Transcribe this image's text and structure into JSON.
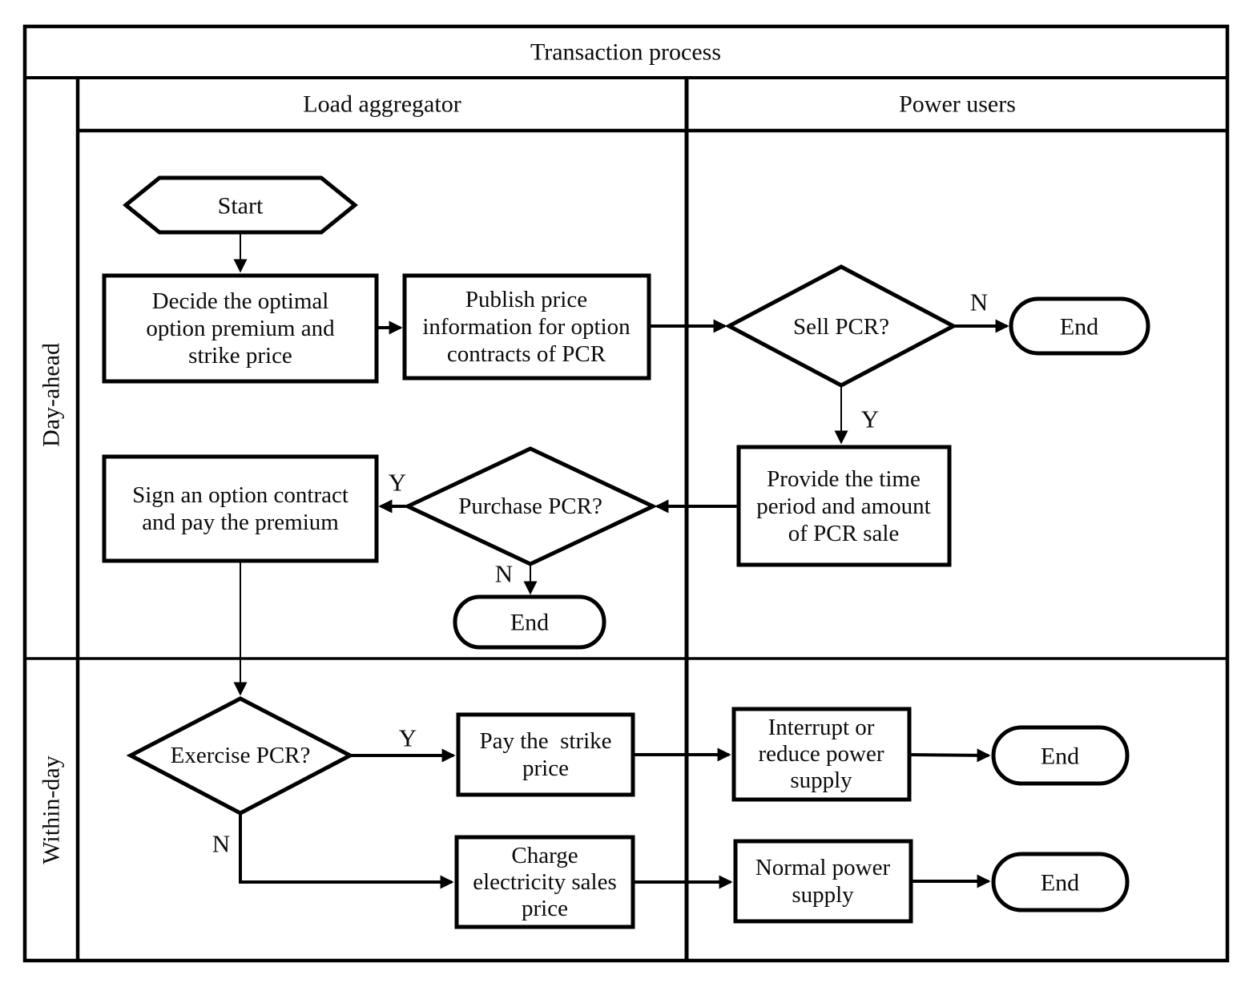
{
  "title": "Transaction process",
  "columns": [
    {
      "label": "Load aggregator"
    },
    {
      "label": "Power users"
    }
  ],
  "row_bands": [
    {
      "label": "Day-ahead"
    },
    {
      "label": "Within-day"
    }
  ],
  "colors": {
    "line": "#000000",
    "background": "#ffffff"
  },
  "nodes": {
    "start": {
      "type": "terminal-hexagon",
      "label": "Start"
    },
    "decide": {
      "type": "process",
      "lines": [
        "Decide the optimal",
        "option premium and",
        "strike price"
      ]
    },
    "publish": {
      "type": "process",
      "lines": [
        "Publish price",
        "information for option",
        "contracts of PCR"
      ]
    },
    "sell_pcr": {
      "type": "decision",
      "label": "Sell PCR?"
    },
    "end_1": {
      "type": "terminal",
      "label": "End"
    },
    "provide": {
      "type": "process",
      "lines": [
        "Provide the time",
        "period and amount",
        "of PCR sale"
      ]
    },
    "purchase_pcr": {
      "type": "decision",
      "label": "Purchase PCR?"
    },
    "sign": {
      "type": "process",
      "lines": [
        "Sign an option contract",
        "and pay the premium"
      ]
    },
    "end_2": {
      "type": "terminal",
      "label": "End"
    },
    "exercise_pcr": {
      "type": "decision",
      "label": "Exercise PCR?"
    },
    "pay": {
      "type": "process",
      "lines": [
        "Pay the  strike",
        "price"
      ]
    },
    "interrupt": {
      "type": "process",
      "lines": [
        "Interrupt or",
        "reduce power",
        "supply"
      ]
    },
    "end_3": {
      "type": "terminal",
      "label": "End"
    },
    "charge": {
      "type": "process",
      "lines": [
        "Charge",
        "electricity sales",
        "price"
      ]
    },
    "normal": {
      "type": "process",
      "lines": [
        "Normal power",
        "supply"
      ]
    },
    "end_4": {
      "type": "terminal",
      "label": "End"
    }
  },
  "edges": [
    {
      "from": "start",
      "to": "decide",
      "label": ""
    },
    {
      "from": "decide",
      "to": "publish",
      "label": ""
    },
    {
      "from": "publish",
      "to": "sell_pcr",
      "label": ""
    },
    {
      "from": "sell_pcr",
      "to": "end_1",
      "label": "N"
    },
    {
      "from": "sell_pcr",
      "to": "provide",
      "label": "Y"
    },
    {
      "from": "provide",
      "to": "purchase_pcr",
      "label": ""
    },
    {
      "from": "purchase_pcr",
      "to": "sign",
      "label": "Y"
    },
    {
      "from": "purchase_pcr",
      "to": "end_2",
      "label": "N"
    },
    {
      "from": "sign",
      "to": "exercise_pcr",
      "label": ""
    },
    {
      "from": "exercise_pcr",
      "to": "pay",
      "label": "Y"
    },
    {
      "from": "pay",
      "to": "interrupt",
      "label": ""
    },
    {
      "from": "interrupt",
      "to": "end_3",
      "label": ""
    },
    {
      "from": "exercise_pcr",
      "to": "charge",
      "label": "N"
    },
    {
      "from": "charge",
      "to": "normal",
      "label": ""
    },
    {
      "from": "normal",
      "to": "end_4",
      "label": ""
    }
  ]
}
